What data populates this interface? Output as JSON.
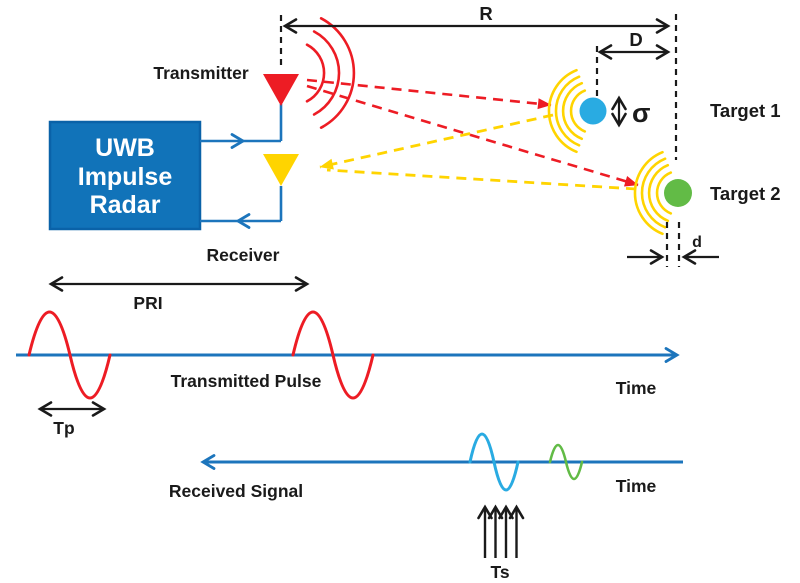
{
  "colors": {
    "red": "#ED1C24",
    "yellow": "#FFD400",
    "box_blue": "#1173B9",
    "box_border": "#0A62A8",
    "line_blue": "#1C75BC",
    "target1_blue": "#29ABE2",
    "target2_green": "#62BB46",
    "text_black": "#1A1A1A"
  },
  "diagram": {
    "box": {
      "line1": "UWB",
      "line2": "Impulse",
      "line3": "Radar"
    },
    "transmitter_label": "Transmitter",
    "receiver_label": "Receiver",
    "range_label": "R",
    "offset_label": "D",
    "sigma_label": "σ",
    "target1_label": "Target 1",
    "target2_label": "Target 2",
    "depth_label": "d"
  },
  "transmitted_timeline": {
    "pri_label": "PRI",
    "signal_label": "Transmitted Pulse",
    "tp_label": "Tp",
    "time_label": "Time"
  },
  "received_timeline": {
    "signal_label": "Received Signal",
    "time_label": "Time",
    "ts_label": "Ts"
  }
}
